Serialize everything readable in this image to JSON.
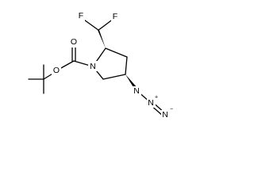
{
  "molecule": {
    "atoms": {
      "f_left": "F",
      "f_right": "F",
      "n_ring": "N",
      "o_carbonyl": "O",
      "o_ester": "O",
      "n_azide_1": "N",
      "n_azide_2": "N",
      "n_azide_3": "N"
    },
    "charges": {
      "n_azide_2": "+",
      "n_azide_3": "−"
    }
  },
  "colors": {
    "bond": "#000000",
    "label": "#000000",
    "background": "#ffffff"
  }
}
